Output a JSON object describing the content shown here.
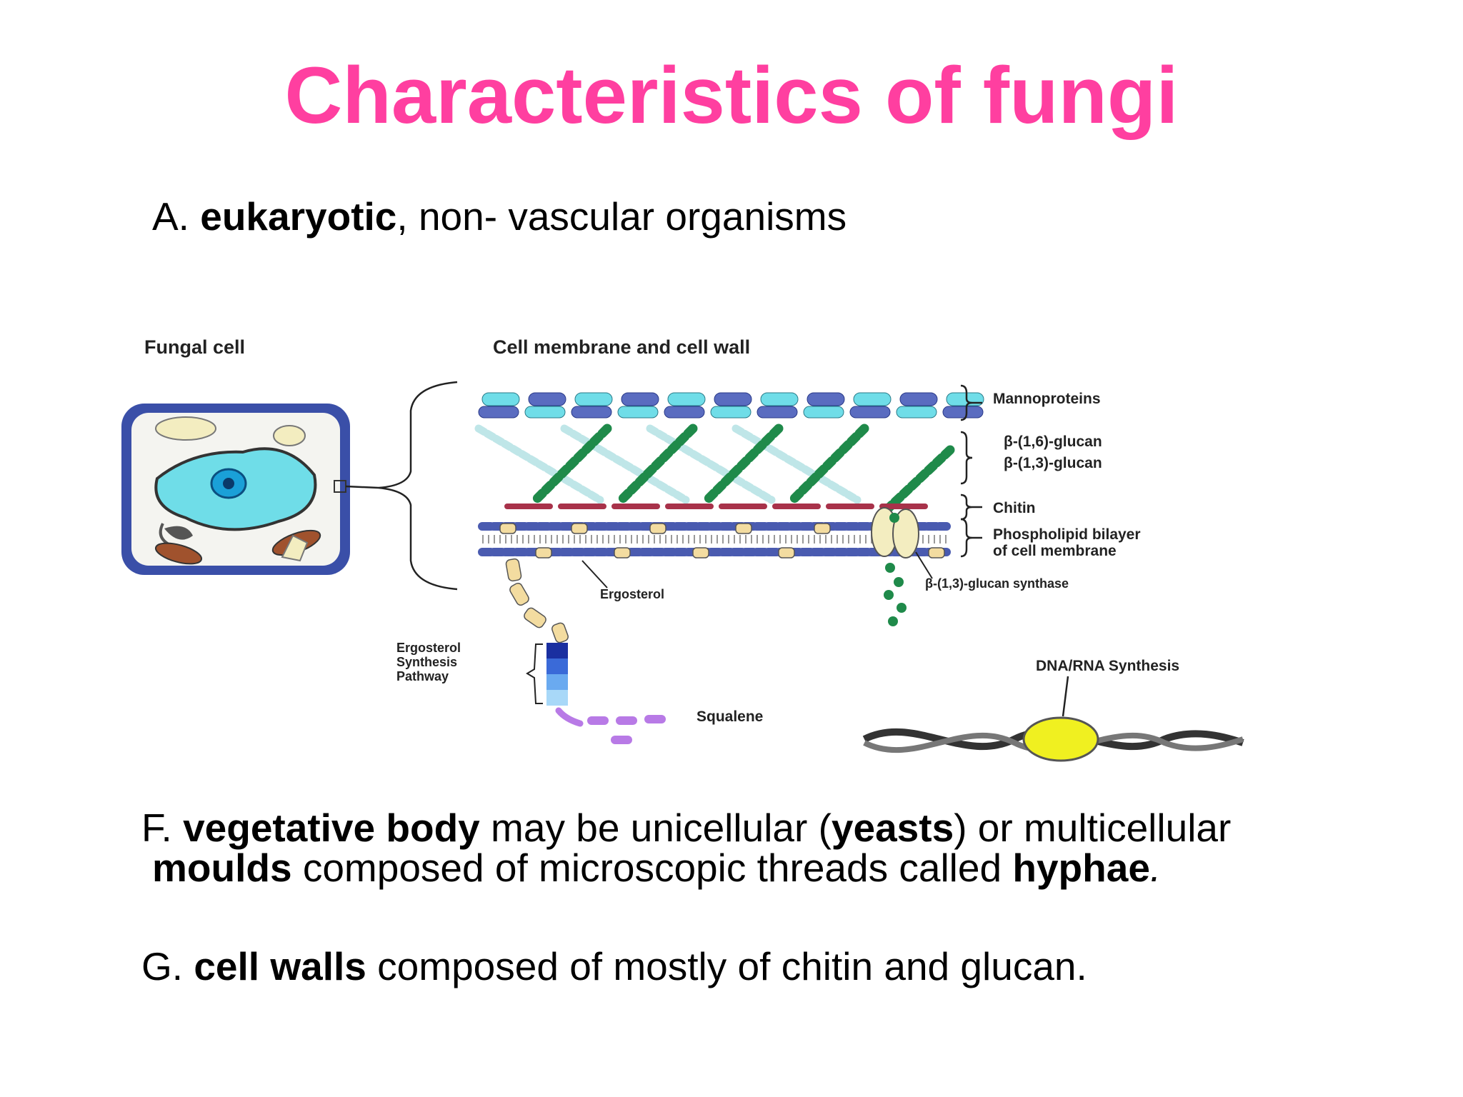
{
  "title": "Characteristics of fungi",
  "colors": {
    "title": "#ff3fa0",
    "cytoplasm": "#6fdde8",
    "membrane": "#4a5bb0",
    "glucan_dark": "#1f8a4a",
    "chitin": "#a8324a",
    "squalene": "#b87ae6",
    "dna_enzyme": "#f0f020"
  },
  "point_a": {
    "letter": "A.",
    "bold": "eukaryotic",
    "rest": ", non- vascular organisms"
  },
  "diagram": {
    "fungal_cell": "Fungal cell",
    "membrane_wall": "Cell membrane and cell wall",
    "mannoproteins": "Mannoproteins",
    "glucan16": "β-(1,6)-glucan",
    "glucan13": "β-(1,3)-glucan",
    "chitin": "Chitin",
    "bilayer1": "Phospholipid bilayer",
    "bilayer2": "of cell membrane",
    "ergosterol": "Ergosterol",
    "synthase": "β-(1,3)-glucan synthase",
    "pathway1": "Ergosterol",
    "pathway2": "Synthesis",
    "pathway3": "Pathway",
    "dna_rna": "DNA/RNA Synthesis",
    "squalene": "Squalene"
  },
  "point_f": {
    "letter": "F.",
    "b1": "vegetative body",
    "t1": " may be unicellular (",
    "b2": "yeasts",
    "t2": ") or multicellular",
    "b3": "moulds",
    "t3": " composed of microscopic threads called ",
    "b4": "hyphae",
    "t4": "."
  },
  "point_g": {
    "letter": "G.",
    "bold": "cell walls",
    "rest": " composed of mostly of chitin and glucan."
  }
}
